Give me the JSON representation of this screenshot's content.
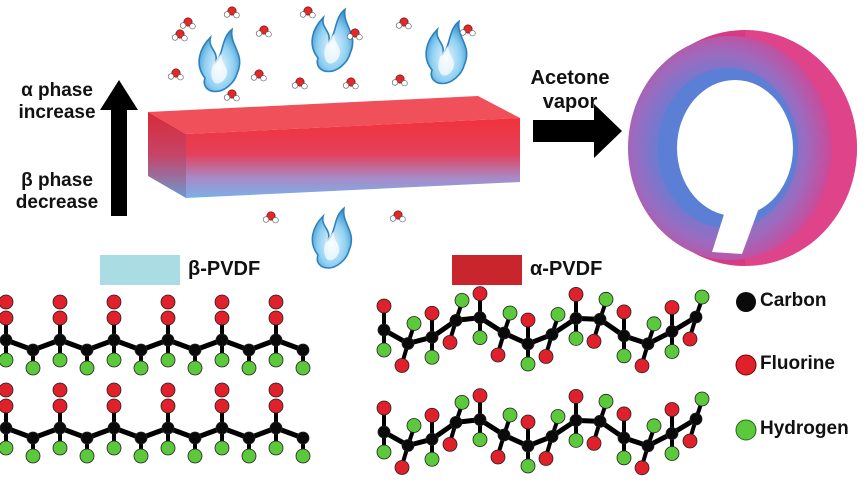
{
  "labels": {
    "alpha_line1": "α phase",
    "alpha_line2": "increase",
    "beta_line1": "β phase",
    "beta_line2": "decrease",
    "vapor_line1": "Acetone",
    "vapor_line2": "vapor",
    "beta_pvdf": "β-PVDF",
    "alpha_pvdf": "α-PVDF"
  },
  "legend": [
    {
      "label": "Carbon",
      "color": "#0a0a0a"
    },
    {
      "label": "Fluorine",
      "color": "#e0202a"
    },
    {
      "label": "Hydrogen",
      "color": "#5cc83c"
    }
  ],
  "colors": {
    "beta_swatch": "#a9dce3",
    "alpha_swatch": "#c8262c",
    "film_top": "#f0323c",
    "film_bottom": "#7ab0e6",
    "ring_outer": "#e0388a",
    "ring_inner": "#6f8fd8",
    "arrow": "#000000"
  },
  "icons": [
    "acetone-vapor-flame-icon",
    "water-molecule-icon",
    "up-arrow-icon",
    "right-arrow-icon"
  ]
}
